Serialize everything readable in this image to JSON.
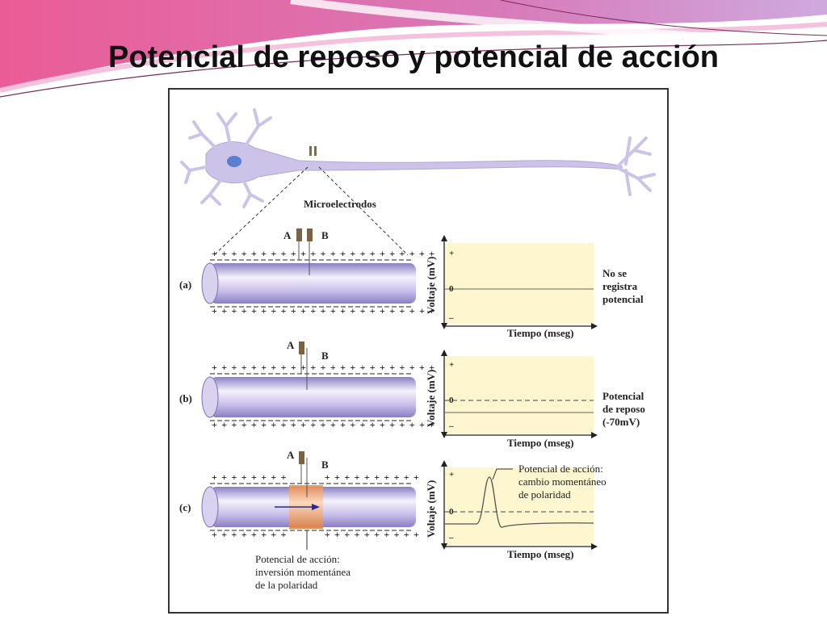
{
  "slide": {
    "title": "Potencial de reposo y potencial de acción"
  },
  "diagram": {
    "electrodes_label": "Microelectrodos",
    "electrode_a": "A",
    "electrode_b": "B",
    "panels": [
      {
        "id": "(a)",
        "note_lines": [
          "No se",
          "registra",
          "potencial"
        ]
      },
      {
        "id": "(b)",
        "note_lines": [
          "Potencial",
          "de reposo",
          "(-70mV)"
        ]
      },
      {
        "id": "(c)",
        "note_lines": [
          "Potencial de acción:",
          "cambio momentáneo",
          "de polaridad"
        ]
      }
    ],
    "graph": {
      "ylabel": "Voltaje (mV)",
      "xlabel": "Tiempo (mseg)",
      "tick_plus": "+",
      "tick_zero": "0",
      "tick_minus": "–"
    },
    "action_note_lines": [
      "Potencial de acción:",
      "inversión momentánea",
      "de la polaridad"
    ]
  },
  "colors": {
    "axon": "#b9aee0",
    "graph_bg": "#fdf6cf",
    "action_zone": "#f2a574",
    "neuron": "#ccc4e8"
  }
}
